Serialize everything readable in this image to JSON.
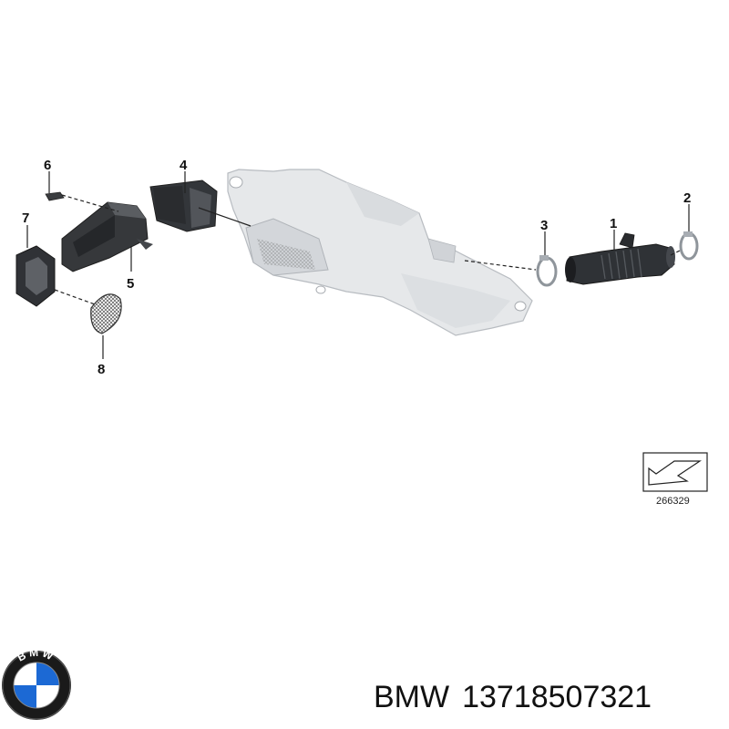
{
  "callouts": [
    {
      "id": "1",
      "label": "1"
    },
    {
      "id": "2",
      "label": "2"
    },
    {
      "id": "3",
      "label": "3"
    },
    {
      "id": "4",
      "label": "4"
    },
    {
      "id": "5",
      "label": "5"
    },
    {
      "id": "6",
      "label": "6"
    },
    {
      "id": "7",
      "label": "7"
    },
    {
      "id": "8",
      "label": "8"
    }
  ],
  "diagram_code": "266329",
  "caption": {
    "brand": "BMW",
    "part_number": "13718507321"
  },
  "logo": {
    "text": "BMW",
    "colors": {
      "blue": "#1c69d4",
      "white": "#ffffff",
      "ring": "#1a1a1a"
    }
  },
  "colors": {
    "housing": "#e4e6e8",
    "housing_shade": "#c9ccd0",
    "rubber": "#2b2d30",
    "clamp": "#9aa0a6"
  }
}
